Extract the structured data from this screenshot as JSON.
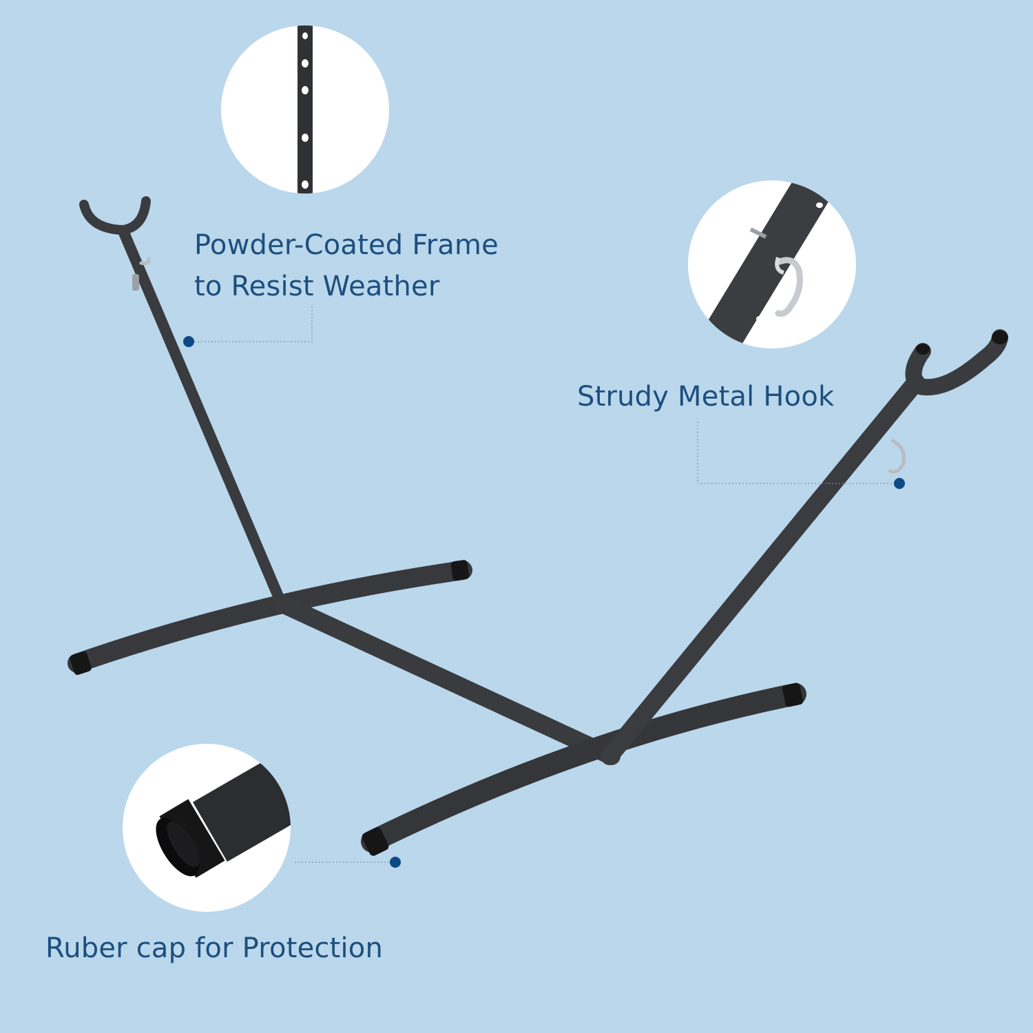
{
  "colors": {
    "background": "#bad7ec",
    "label_text": "#1d4f7d",
    "callout_dot": "#0d4a85",
    "frame_metal": "#3a3c3f",
    "inset_background": "#ffffff"
  },
  "callouts": {
    "frame": {
      "line1": "Powder-Coated Frame",
      "line2": "to Resist Weather",
      "icon": "perforated-tube-closeup"
    },
    "hook": {
      "line1": "Strudy Metal Hook",
      "icon": "metal-hook-closeup"
    },
    "cap": {
      "line1": "Ruber cap for Protection",
      "icon": "rubber-cap-closeup"
    }
  }
}
